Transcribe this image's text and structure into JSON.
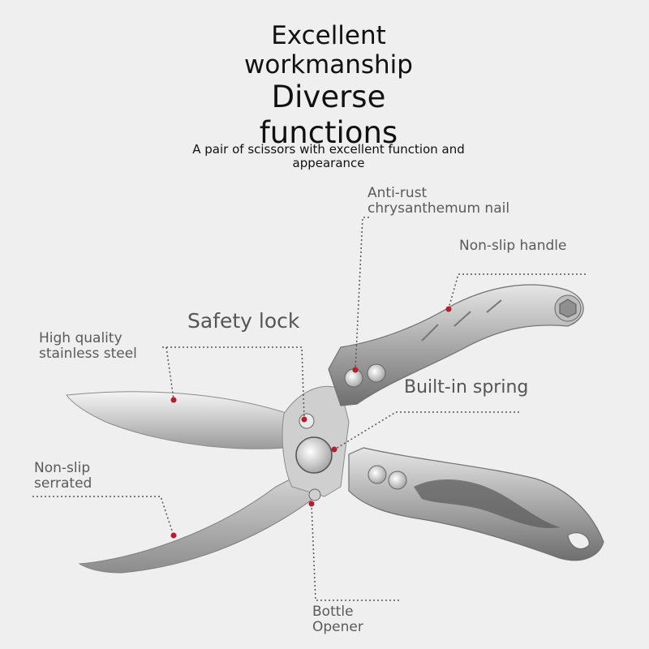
{
  "headline": {
    "line1": "Excellent",
    "line2": "workmanship",
    "line3": "Diverse functions"
  },
  "subtitle": "A pair of scissors with excellent function and appearance",
  "callouts": {
    "anti_rust": "Anti-rust chrysanthemum nail",
    "non_slip_handle": "Non-slip handle",
    "safety_lock": "Safety lock",
    "steel": "High quality stainless steel",
    "spring": "Built-in spring",
    "serrated": "Non-slip serrated",
    "bottle_opener": "Bottle Opener"
  },
  "colors": {
    "background": "#efefef",
    "accent_dot": "#b0202f",
    "leader_line": "#555555",
    "text": "#111111"
  }
}
